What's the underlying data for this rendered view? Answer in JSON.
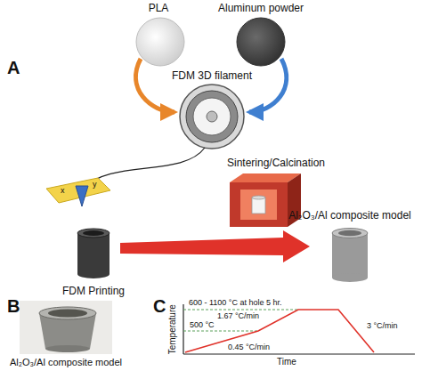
{
  "diagram": {
    "labels": [
      "A",
      "PLA",
      "Aluminum powder",
      "FDM 3D filament",
      "Sintering/Calcination",
      "x",
      "y",
      "FDM Printing",
      "Al₂O₃/Al composite model",
      "B",
      "Al₂O₃/Al composite model",
      "C",
      "600 - 1100 °C at hole 5 hr.",
      "1.67 °C/min",
      "500 °C",
      "0.45 °C/min",
      "3 °C/min",
      "Temperature",
      "Time"
    ]
  }
}
